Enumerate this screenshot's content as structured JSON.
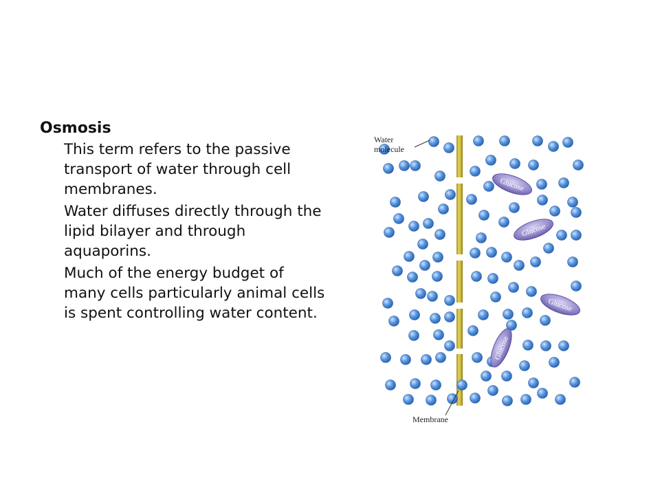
{
  "slide": {
    "title": "Osmosis",
    "paragraphs": [
      "This term refers to the passive transport of water through cell membranes.",
      "Water diffuses directly through the lipid bilayer and through aquaporins.",
      "Much of the energy budget of many cells particularly animal cells is spent controlling water content."
    ]
  },
  "diagram": {
    "water_label_line1": "Water",
    "water_label_line2": "molecule",
    "membrane_label": "Membrane",
    "glucose_label": "Glucose",
    "colors": {
      "water": "#4a86d4",
      "membrane": "#c7b33a",
      "glucose": "#8a7fc4"
    }
  }
}
